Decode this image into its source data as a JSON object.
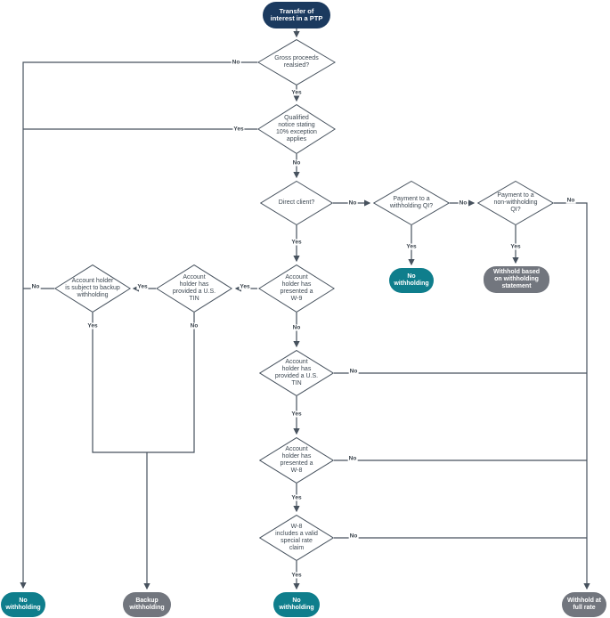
{
  "colors": {
    "navy": "#1b3a5f",
    "teal": "#0f7e8c",
    "gray": "#72767e",
    "line": "#47525e"
  },
  "nodes": {
    "start": {
      "label": "Transfer of\ninterest in a PTP"
    },
    "gross_proceeds": {
      "label": "Gross proceeds\nrealsied?"
    },
    "qualified_notice": {
      "label": "Qualified\nnotice stating\n10% exception\napplies"
    },
    "direct_client": {
      "label": "Direct client?"
    },
    "withholding_qi": {
      "label": "Payment to a\nwithholding QI?"
    },
    "non_withholding_qi": {
      "label": "Payment to a\nnon-withholding\nQI?"
    },
    "no_withholding_qi": {
      "label": "No\nwithholding"
    },
    "withhold_statement": {
      "label": "Withhold based\non withholding\nstatement"
    },
    "presented_w9": {
      "label": "Account\nholder has\npresented a\nW-9"
    },
    "provided_tin_left": {
      "label": "Account\nholder has\nprovided a U.S.\nTIN"
    },
    "backup_subject": {
      "label": "Account holder\nis subject to backup\nwithholding"
    },
    "provided_tin_mid": {
      "label": "Account\nholder has\nprovided a U.S.\nTIN"
    },
    "presented_w8": {
      "label": "Account\nholder has\npresented a\nW-8"
    },
    "special_rate_claim": {
      "label": "W-8\nincludes a valid\nspecial rate\nclaim"
    },
    "no_withholding_left": {
      "label": "No\nwithholding"
    },
    "backup_withholding": {
      "label": "Backup\nwithholding"
    },
    "no_withholding_mid": {
      "label": "No\nwithholding"
    },
    "withhold_full_rate": {
      "label": "Withhold at\nfull rate"
    }
  },
  "edge_labels": {
    "yes": "Yes",
    "no": "No"
  }
}
